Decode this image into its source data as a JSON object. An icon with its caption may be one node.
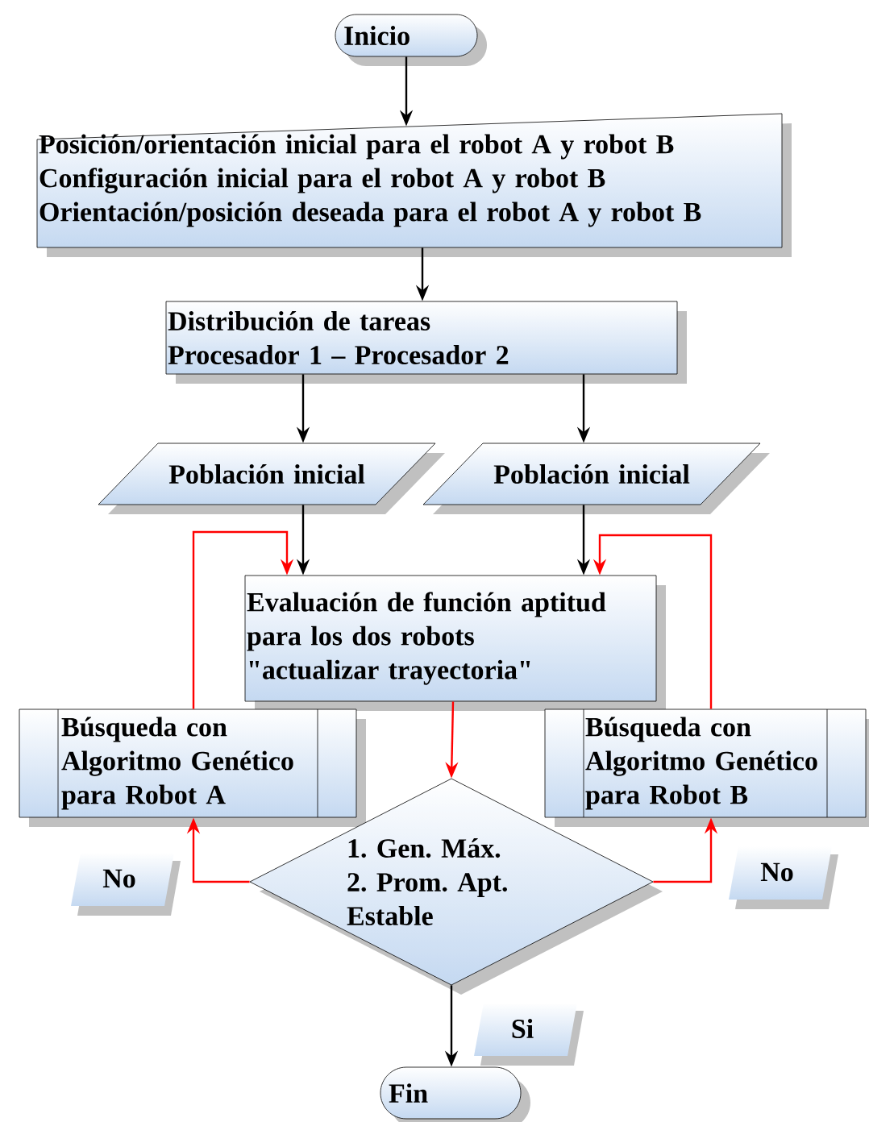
{
  "diagram": {
    "nodes": [
      {
        "text": [
          "Inicio"
        ]
      },
      {
        "text": [
          "Posición/orientación inicial para el robot A y robot B",
          "Configuración inicial para el robot A y robot B",
          "Orientación/posición deseada para el robot A y robot B"
        ]
      },
      {
        "text": [
          "Distribución de tareas",
          "Procesador 1 – Procesador 2"
        ]
      },
      {
        "text": [
          "Población inicial"
        ]
      },
      {
        "text": [
          "Población inicial"
        ]
      },
      {
        "text": [
          "Evaluación de función aptitud para los dos robots",
          "\"actualizar trayectoria\""
        ]
      },
      {
        "text": [
          "Búsqueda con Algoritmo Genético para Robot A"
        ]
      },
      {
        "text": [
          "Búsqueda con Algoritmo Genético para Robot B"
        ]
      },
      {
        "text": [
          "1. Gen. Máx.",
          "2. Prom. Apt. Estable"
        ]
      },
      {
        "text": [
          "Fin"
        ]
      }
    ],
    "edges": [
      {
        "from": 0,
        "to": 1,
        "arrow": "to"
      },
      {
        "from": 1,
        "to": 2,
        "arrow": "to"
      },
      {
        "from": 2,
        "to": 3,
        "arrow": "to"
      },
      {
        "from": 2,
        "to": 4,
        "arrow": "to"
      },
      {
        "from": 3,
        "to": 5,
        "arrow": "to"
      },
      {
        "from": 4,
        "to": 5,
        "arrow": "to"
      },
      {
        "from": 5,
        "to": 8,
        "arrow": "to",
        "color": "#ff0000"
      },
      {
        "from": 8,
        "to": 6,
        "arrow": "to",
        "label": "No",
        "color": "#ff0000"
      },
      {
        "from": 8,
        "to": 7,
        "arrow": "to",
        "label": "No",
        "color": "#ff0000"
      },
      {
        "from": 6,
        "to": 5,
        "arrow": "to",
        "color": "#ff0000"
      },
      {
        "from": 7,
        "to": 5,
        "arrow": "to",
        "color": "#ff0000"
      },
      {
        "from": 8,
        "to": 9,
        "arrow": "to",
        "label": "Si"
      }
    ]
  }
}
